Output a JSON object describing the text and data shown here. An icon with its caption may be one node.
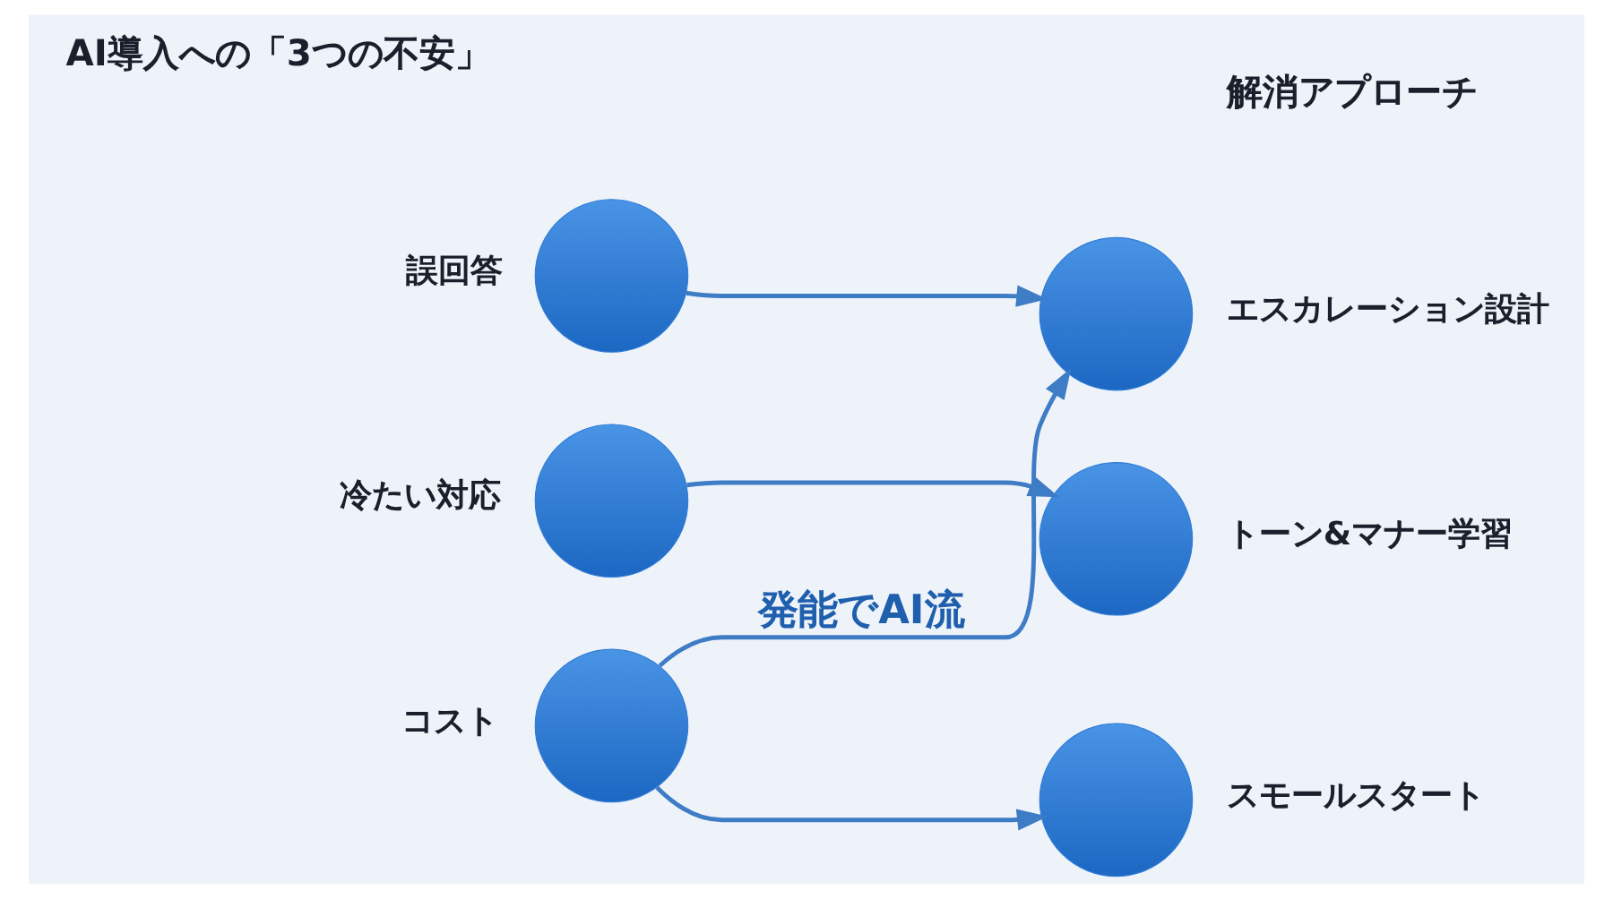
{
  "diagram": {
    "nodes": [
      {
        "text": [],
        "shape": "circle",
        "beside": [
          "誤回答"
        ]
      },
      {
        "text": [],
        "shape": "circle",
        "beside": [
          "冷たい対応"
        ]
      },
      {
        "text": [],
        "shape": "circle",
        "beside": [
          "コスト"
        ]
      },
      {
        "text": [],
        "shape": "circle",
        "beside": [
          "エスカレーション設計"
        ]
      },
      {
        "text": [],
        "shape": "circle",
        "beside": [
          "トーン&マナー学習"
        ]
      },
      {
        "text": [],
        "shape": "circle",
        "beside": [
          "スモールスタート"
        ]
      }
    ],
    "edges": [
      {
        "from": 0,
        "to": 3,
        "arrow": "to"
      },
      {
        "from": 1,
        "to": 4,
        "arrow": "to"
      },
      {
        "from": 2,
        "to": 5,
        "arrow": "to"
      },
      {
        "from": 2,
        "to": 3,
        "arrow": "to",
        "label": "発能でAI流"
      }
    ],
    "labels": [
      "AI導入への「3つの不安」",
      "解消アプローチ"
    ]
  }
}
